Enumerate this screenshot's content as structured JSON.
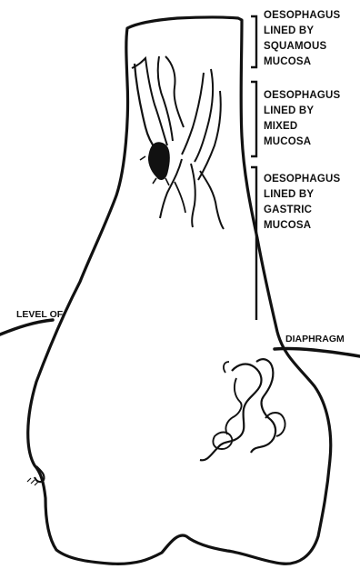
{
  "diagram": {
    "zones": [
      {
        "lines": [
          "OESOPHAGUS",
          "LINED BY",
          "SQUAMOUS",
          "MUCOSA"
        ]
      },
      {
        "lines": [
          "OESOPHAGUS",
          "LINED BY",
          "MIXED",
          "MUCOSA"
        ]
      },
      {
        "lines": [
          "OESOPHAGUS",
          "LINED BY",
          "GASTRIC",
          "MUCOSA"
        ]
      }
    ],
    "level_label": "LEVEL OF",
    "diaphragm_label": "DIAPHRAGM",
    "stroke_color": "#111111",
    "background_color": "#ffffff"
  }
}
